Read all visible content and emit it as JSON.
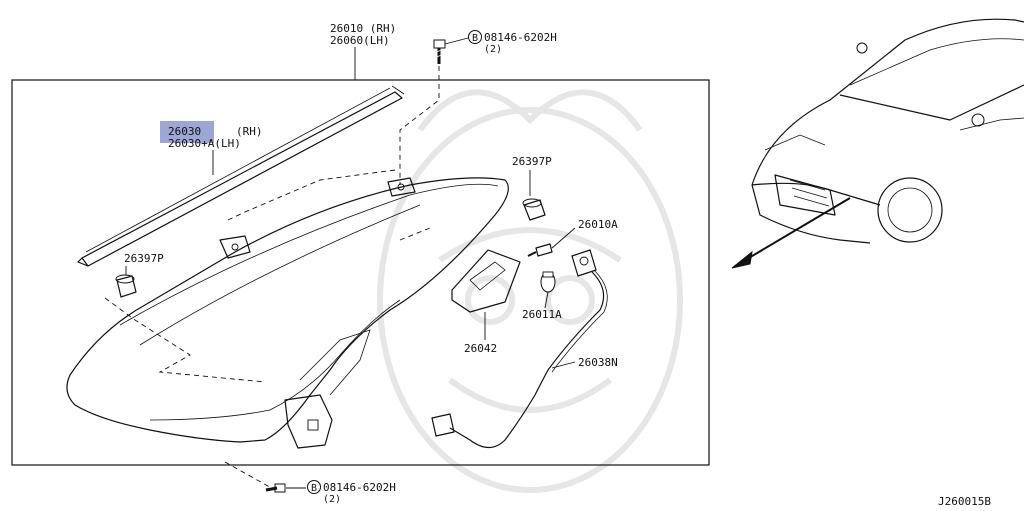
{
  "highlight_color": "#9ea6d6",
  "labels": {
    "headlamp_assembly_rh": "26010 (RH)",
    "headlamp_assembly_lh": "26060(LH)",
    "bolt_top_code": "08146-6202H",
    "bolt_top_qty": "(2)",
    "bolt_bottom_code": "08146-6202H",
    "bolt_bottom_qty": "(2)",
    "bolt_marker": "B",
    "seal_rh_part": "26030",
    "seal_rh_suffix": "(RH)",
    "seal_lh": "26030+A(LH)",
    "grommet_upper": "26397P",
    "grommet_lower": "26397P",
    "socket": "26010A",
    "bulb": "26011A",
    "bracket": "26042",
    "harness": "26038N",
    "diagram_code": "J260015B"
  },
  "icons": [
    "bolt-icon",
    "bulb-icon",
    "socket-icon",
    "vehicle-front-icon",
    "direction-arrow-icon"
  ]
}
